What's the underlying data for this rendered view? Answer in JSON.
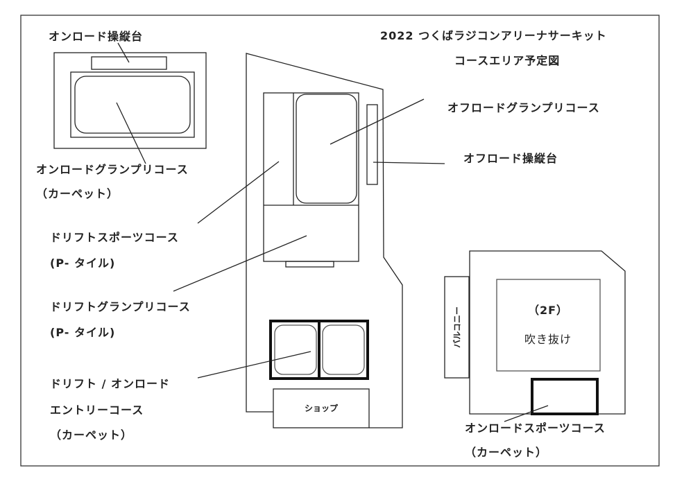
{
  "title": {
    "line1": "2022 つくばラジコンアリーナサーキット",
    "line2": "コースエリア予定図"
  },
  "labels": {
    "onroad_operator": "オンロード操縦台",
    "onroad_gp": "オンロードグランプリコース",
    "onroad_gp_surface": "（カーペット）",
    "drift_sports": "ドリフトスポーツコース",
    "drift_sports_surface": "(P- タイル)",
    "drift_gp": "ドリフトグランプリコース",
    "drift_gp_surface": "(P- タイル)",
    "entry_line1": "ドリフト / オンロード",
    "entry_line2": "エントリーコース",
    "entry_surface": "（カーペット）",
    "offroad_gp": "オフロードグランプリコース",
    "offroad_operator": "オフロード操縦台",
    "shop": "ショップ",
    "balcony": "バルコニー",
    "floor": "（2F）",
    "atrium": "吹き抜け",
    "onroad_sports": "オンロードスポーツコース",
    "onroad_sports_surface": "（カーペット）"
  }
}
